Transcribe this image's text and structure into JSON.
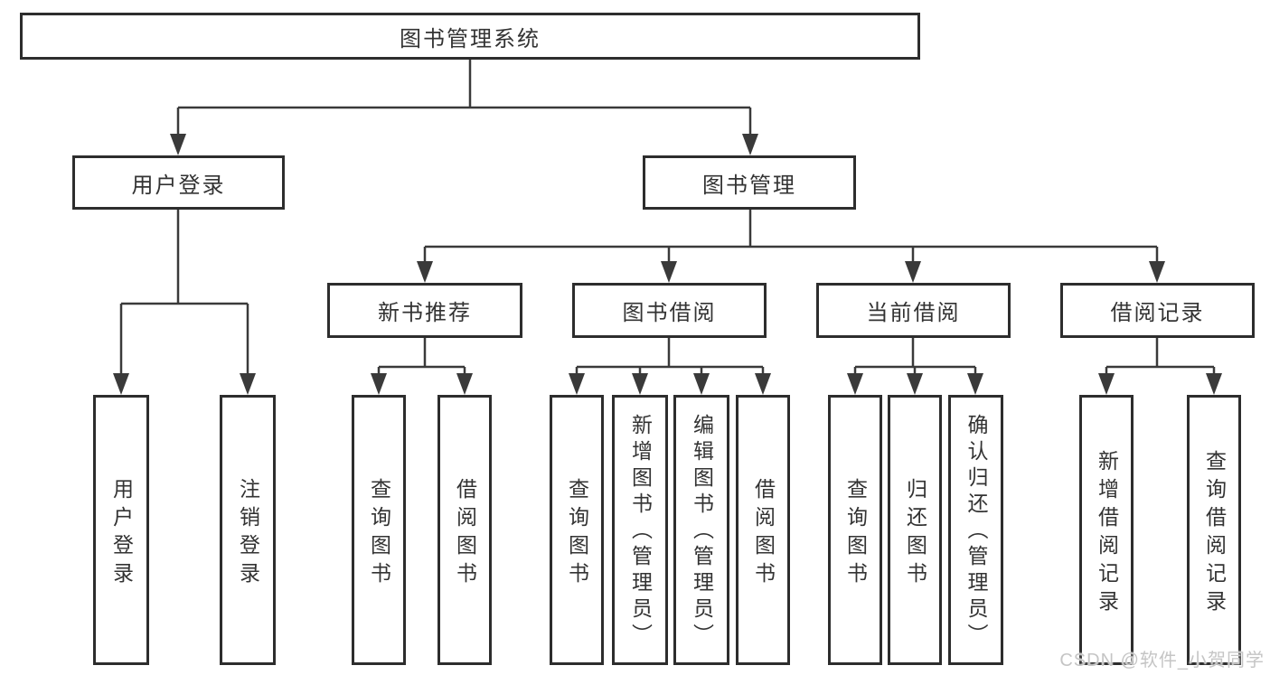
{
  "diagram_title": "图书管理系统",
  "tree": {
    "label": "图书管理系统",
    "children": [
      {
        "label": "用户登录",
        "children": [
          {
            "label": "用户登录"
          },
          {
            "label": "注销登录"
          }
        ]
      },
      {
        "label": "图书管理",
        "children": [
          {
            "label": "新书推荐",
            "children": [
              {
                "label": "查询图书"
              },
              {
                "label": "借阅图书"
              }
            ]
          },
          {
            "label": "图书借阅",
            "children": [
              {
                "label": "查询图书"
              },
              {
                "label": "新增图书（管理员）"
              },
              {
                "label": "编辑图书（管理员）"
              },
              {
                "label": "借阅图书"
              }
            ]
          },
          {
            "label": "当前借阅",
            "children": [
              {
                "label": "查询图书"
              },
              {
                "label": "归还图书"
              },
              {
                "label": "确认归还（管理员）"
              }
            ]
          },
          {
            "label": "借阅记录",
            "children": [
              {
                "label": "新增借阅记录"
              },
              {
                "label": "查询借阅记录"
              }
            ]
          }
        ]
      }
    ]
  },
  "watermark": {
    "text": "CSDN @软件_小贺同学"
  },
  "colors": {
    "background": "#ffffff",
    "box_border": "#2d2d2d",
    "connector_line": "#3a3a3a",
    "text": "#333333",
    "watermark": "#c5c5c5"
  }
}
